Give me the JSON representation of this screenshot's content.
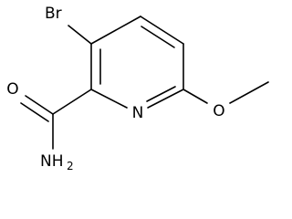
{
  "structure": {
    "atoms": {
      "bromine": "Br",
      "ring_nitrogen": "N",
      "carbonyl_oxygen": "O",
      "ether_oxygen": "O",
      "amide_nitrogen": "NH",
      "amide_subscript": "2"
    },
    "colors": {
      "bonds": "#000000",
      "labels": "#000000",
      "background": "#ffffff"
    }
  }
}
